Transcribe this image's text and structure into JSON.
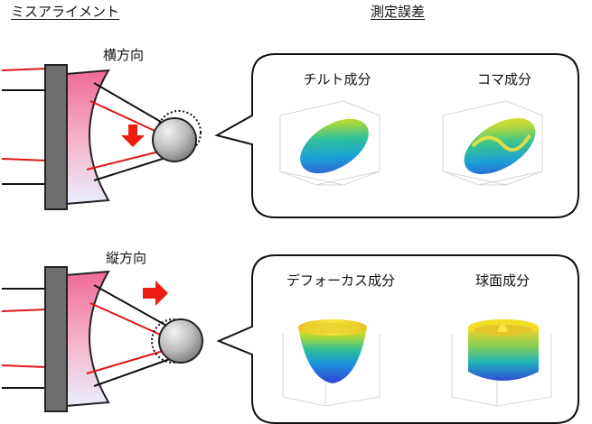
{
  "headers": {
    "misalignment": "ミスアライメント",
    "measurement_error": "測定誤差"
  },
  "top": {
    "direction": "横方向",
    "components": [
      "チルト成分",
      "コマ成分"
    ]
  },
  "bottom": {
    "direction": "縦方向",
    "components": [
      "デフォーカス成分",
      "球面成分"
    ]
  },
  "colors": {
    "lens_pink": "#ef6a98",
    "lens_light": "#e8eefc",
    "mount_gray": "#6e6e6e",
    "ray_red": "#e11414",
    "arrow_red": "#ee1b10",
    "ball_gray": "#b8b8b8"
  }
}
